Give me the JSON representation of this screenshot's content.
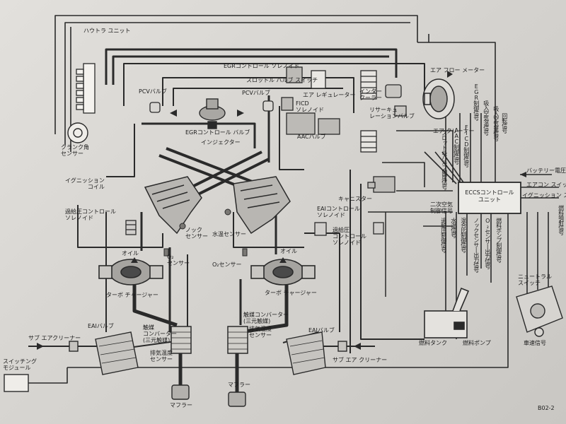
{
  "labels": {
    "hawtra_unit": "ハウトラ ユニット",
    "crank_sensor": "クランク角\nセンサー",
    "ignition_coil": "イグニッション\nコイル",
    "boost_control_solenoid_left": "過給圧コントロール\nソレノイド",
    "pcv_valve_left": "PCVバルブ",
    "pcv_valve_right": "PCVバルブ",
    "egr_control_solenoid": "EGRコントロール ソレノイド",
    "throttle_valve_switch": "スロットル バルブ スイッチ",
    "air_regulator": "エア レギュレーター",
    "fico_solenoid": "FICD\nソレノイド",
    "egr_control_valve": "EGRコントロール バルブ",
    "injector": "インジェクター",
    "aac_valve": "AACバルブ",
    "intercooler": "インター\nクーラー",
    "recirculation_valve": "リサーキュ\nレーションバルブ",
    "air_flow_meter": "エア フロー メーター",
    "air_cleaner": "エア クリーナー",
    "canister": "キャニスター",
    "eai_control_solenoid": "EAIコントロール\nソレノイド",
    "boost_control_solenoid_right": "過給圧\nコントロール\nソレノイド",
    "knock_sensor": "ノック\nセンサー",
    "water_temp_sensor": "水温センサー",
    "oil_left": "オイル",
    "oil_right": "オイル",
    "o2_sensor_left": "O₂\nセンサー",
    "o2_sensor_right": "O₂センサー",
    "turbo_left": "ターボ チャージャー",
    "turbo_right": "ターボ チャージャー",
    "catalyst_left": "触媒\nコンバーター\n(三元触媒)",
    "catalyst_right": "触媒コンバーター\n(三元触媒)",
    "exhaust_temp_left": "排気温度\nセンサー",
    "exhaust_temp_right": "排気温度\nセンサー",
    "muffler_left": "マフラー",
    "muffler_right": "マフラー",
    "eai_valve_left": "EAIバルブ",
    "eai_valve_right": "EAIバルブ",
    "sub_air_cleaner_left": "サブ エアクリーナー",
    "sub_air_cleaner_right": "サブ エア クリーナー",
    "switching_module": "スイッチング\nモジュール",
    "ecu": "ECCSコントロール\nユニット",
    "fuel_tank": "燃料タンク",
    "fuel_pump": "燃料ポンプ",
    "neutral_switch": "ニュートラル\nスイッチ",
    "vehicle_speed_signal": "車速信号",
    "battery_voltage": "バッテリー電圧より",
    "aircon_switch": "エアコン スイッチ",
    "ignition_switch": "イグニッション スイッチ",
    "secondary_air_signal": "二次空気\n制御信号",
    "figure_code": "B02-2"
  },
  "signals": {
    "egr_signal": "EGR制御信号",
    "intake_temp": "吸入空気温信号",
    "air_flow_signal": "吸入空気量信号",
    "rpm_signal": "回転信号",
    "fico_signal": "FICD制御信号",
    "aac_signal": "AAC制御信号",
    "throttle_signal": "スロットルバルブ開度信号",
    "boost_signal": "過給圧制御信号",
    "mix_ratio": "混合比制御信号",
    "knock_signal": "ノックセンサー出力信号",
    "o2_signal": "O₂センサー出力信号",
    "water_temp_signal": "水温信号",
    "fuel_pump_signal": "燃料ポンプ制御信号",
    "injection_signal": "燃料噴射信号"
  }
}
